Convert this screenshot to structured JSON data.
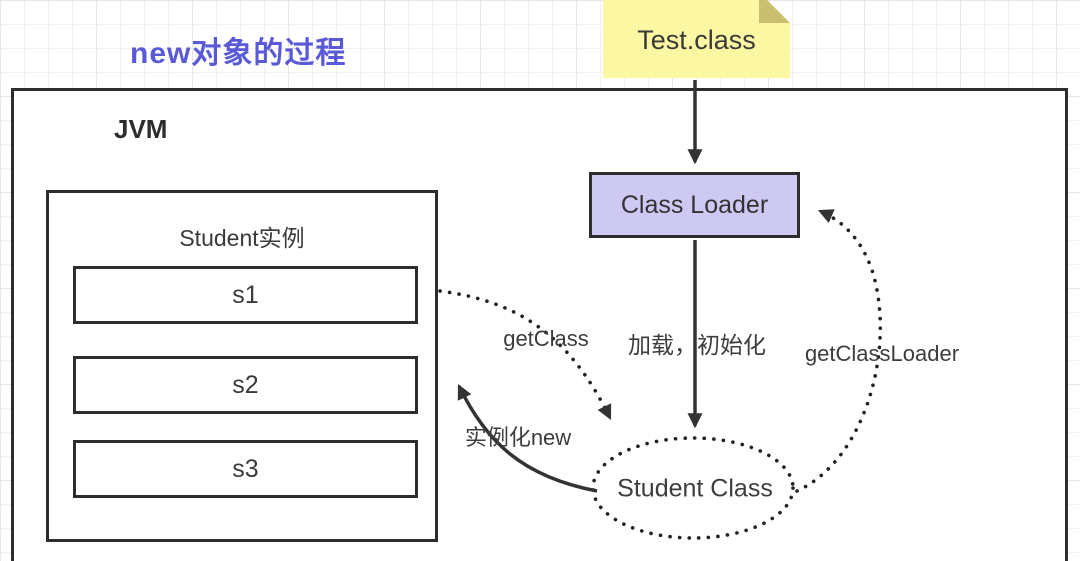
{
  "title": "new对象的过程",
  "jvm": {
    "label": "JVM"
  },
  "sticky_note": {
    "label": "Test.class"
  },
  "class_loader": {
    "label": "Class Loader"
  },
  "student_class_ellipse": {
    "label": "Student Class"
  },
  "instances_box": {
    "title": "Student实例",
    "items": [
      "s1",
      "s2",
      "s3"
    ]
  },
  "edge_labels": {
    "load_init": "加载，初始化",
    "get_class": "getClass",
    "get_class_loader": "getClassLoader",
    "instantiate": "实例化new"
  },
  "colors": {
    "title_accent": "#5a5ad9",
    "sticky_fill": "#fbf7a3",
    "sticky_fold": "#c9bf6e",
    "class_loader_fill": "#cdc9f2",
    "box_border": "#2d2d2d",
    "line": "#333333",
    "grid_line": "#e7e4ea"
  }
}
